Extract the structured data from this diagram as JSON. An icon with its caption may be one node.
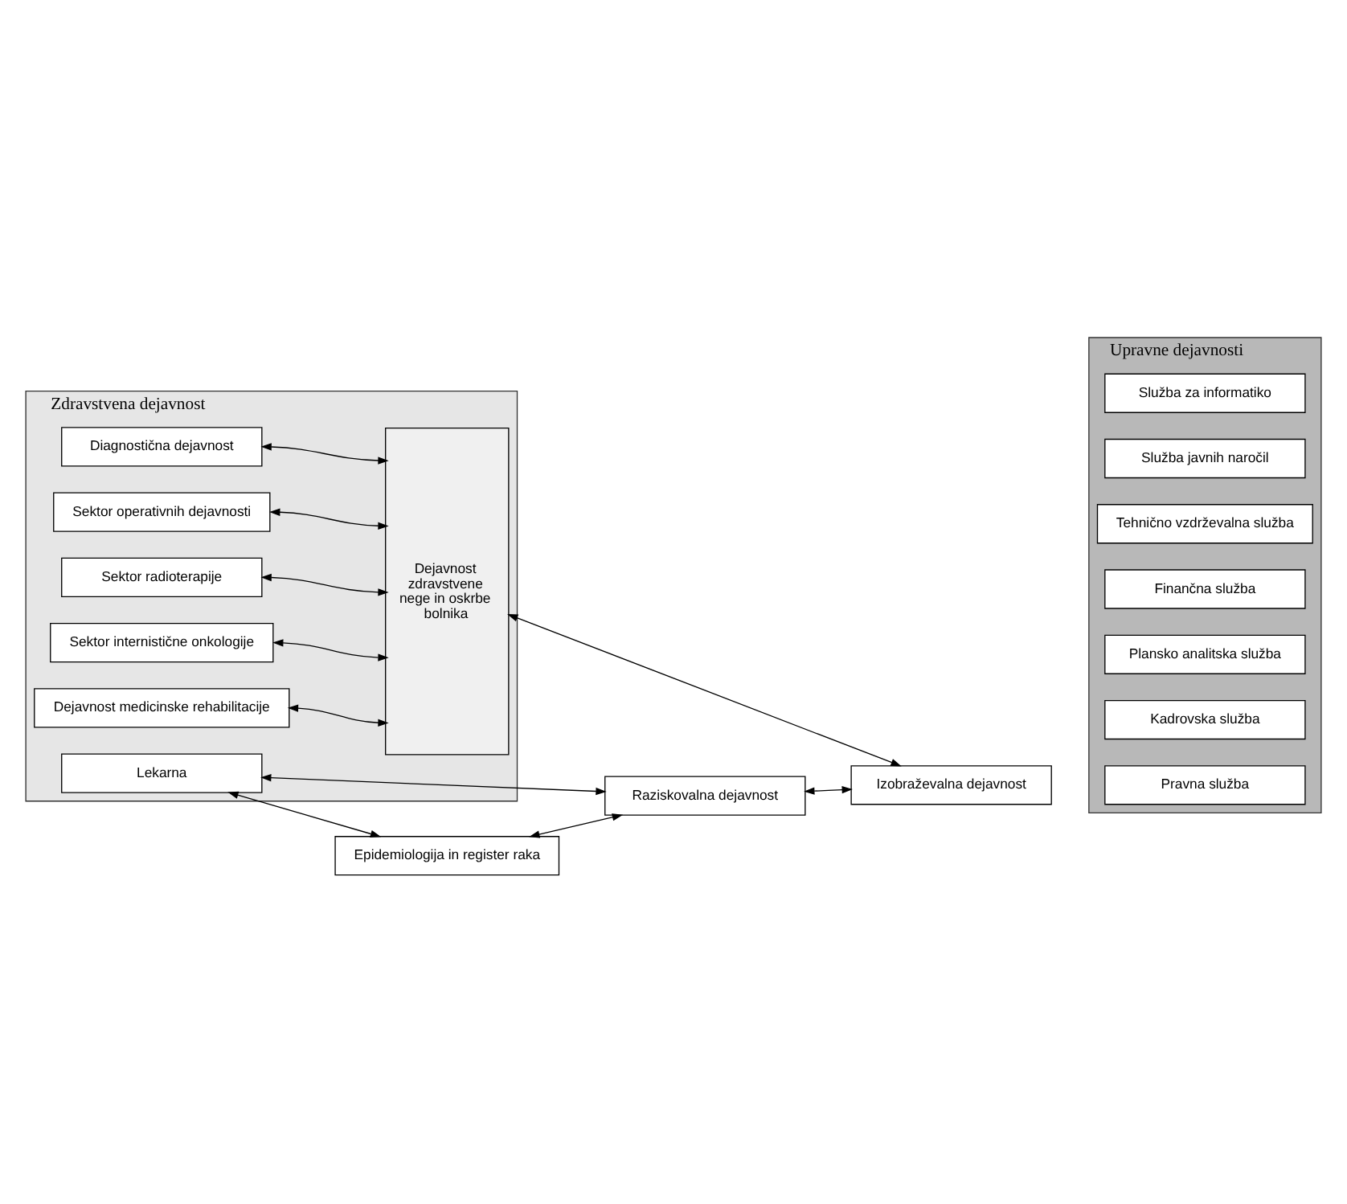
{
  "diagram": {
    "nodes": [
      {
        "text": [
          "Zdravstvena dejavnost"
        ]
      },
      {
        "text": [
          "Diagnostična dejavnost"
        ],
        "in": 0
      },
      {
        "text": [
          "Sektor operativnih dejavnosti"
        ],
        "in": 0
      },
      {
        "text": [
          "Sektor radioterapije"
        ],
        "in": 0
      },
      {
        "text": [
          "Sektor internistične onkologije"
        ],
        "in": 0
      },
      {
        "text": [
          "Dejavnost medicinske rehabilitacije"
        ],
        "in": 0
      },
      {
        "text": [
          "Lekarna"
        ],
        "in": 0
      },
      {
        "text": [
          "Dejavnost zdravstvene nege in oskrbe bolnika"
        ],
        "in": 0
      },
      {
        "text": [
          "Upravne dejavnosti"
        ]
      },
      {
        "text": [
          "Pravna služba"
        ],
        "in": 8
      },
      {
        "text": [
          "Kadrovska služba"
        ],
        "in": 8
      },
      {
        "text": [
          "Plansko analitska služba"
        ],
        "in": 8
      },
      {
        "text": [
          "Finančna služba"
        ],
        "in": 8
      },
      {
        "text": [
          "Tehnično vzdrževalna služba"
        ],
        "in": 8
      },
      {
        "text": [
          "Služba javnih naročil"
        ],
        "in": 8
      },
      {
        "text": [
          "Služba za informatiko"
        ],
        "in": 8
      },
      {
        "text": [
          "Epidemiologija in register raka"
        ]
      },
      {
        "text": [
          "Raziskovalna dejavnost"
        ]
      },
      {
        "text": [
          "Izobraževalna dejavnost"
        ]
      }
    ],
    "edges": [
      {
        "from": 1,
        "to": 7,
        "arrow": "both"
      },
      {
        "from": 2,
        "to": 7,
        "arrow": "both"
      },
      {
        "from": 3,
        "to": 7,
        "arrow": "both"
      },
      {
        "from": 4,
        "to": 7,
        "arrow": "both"
      },
      {
        "from": 5,
        "to": 7,
        "arrow": "both"
      },
      {
        "from": 6,
        "to": 16,
        "arrow": "both"
      },
      {
        "from": 6,
        "to": 17,
        "arrow": "both"
      },
      {
        "from": 7,
        "to": 18,
        "arrow": "both"
      },
      {
        "from": 16,
        "to": 17,
        "arrow": "both"
      },
      {
        "from": 17,
        "to": 18,
        "arrow": "both"
      }
    ]
  }
}
